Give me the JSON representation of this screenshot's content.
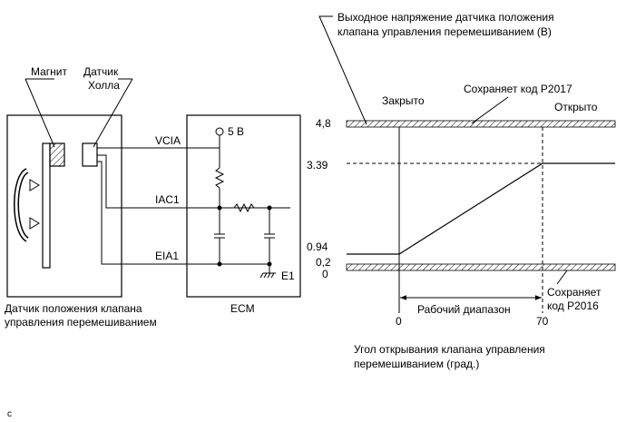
{
  "left_diagram": {
    "magnet_label": "Магнит",
    "hall_label_line1": "Датчик",
    "hall_label_line2": "Холла",
    "sensor_caption_line1": "Датчик положения клапана",
    "sensor_caption_line2": "управления перемешиванием",
    "ecm_label": "ECM",
    "pin_vcia": "VCIA",
    "pin_iac1": "IAC1",
    "pin_eia1": "EIA1",
    "pin_e1": "E1",
    "supply_voltage": "5 В"
  },
  "graph": {
    "y_title_line1": "Выходное напряжение датчика положения",
    "y_title_line2": "клапана управления перемешиванием (В)",
    "label_closed": "Закрыто",
    "label_open": "Открыто",
    "label_stores_p2017": "Сохраняет код P2017",
    "label_stores_p2016_line1": "Сохраняет",
    "label_stores_p2016_line2": "код P2016",
    "label_working_range": "Рабочий диапазон",
    "x_title_line1": "Угол открывания клапана управления",
    "x_title_line2": "перемешиванием (град.)",
    "y_ticks": [
      "4,8",
      "3.39",
      "0.94",
      "0,2",
      "0"
    ],
    "x_ticks": [
      "0",
      "70"
    ]
  },
  "footer_mark": "c"
}
